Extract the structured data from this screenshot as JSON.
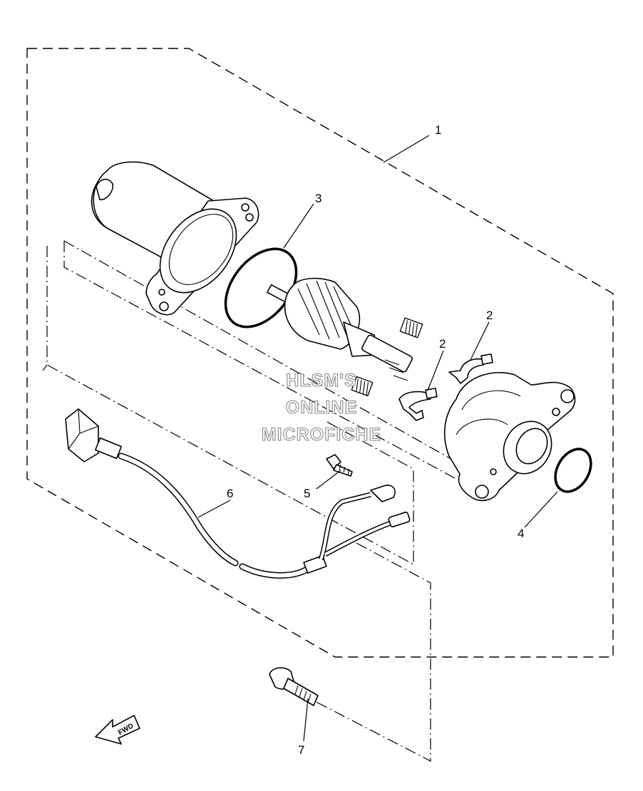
{
  "callouts": [
    {
      "id": "c1",
      "label": "1"
    },
    {
      "id": "c2a",
      "label": "2"
    },
    {
      "id": "c2b",
      "label": "2"
    },
    {
      "id": "c3",
      "label": "3"
    },
    {
      "id": "c4",
      "label": "4"
    },
    {
      "id": "c5",
      "label": "5"
    },
    {
      "id": "c6",
      "label": "6"
    },
    {
      "id": "c7",
      "label": "7"
    }
  ],
  "watermark": {
    "line1": "HLSM'S",
    "line2": "ONLINE",
    "line3": "MICROFICHE",
    "color": "#8a8a8a"
  },
  "direction": {
    "label": "FWD",
    "icon": "arrow-icon"
  }
}
